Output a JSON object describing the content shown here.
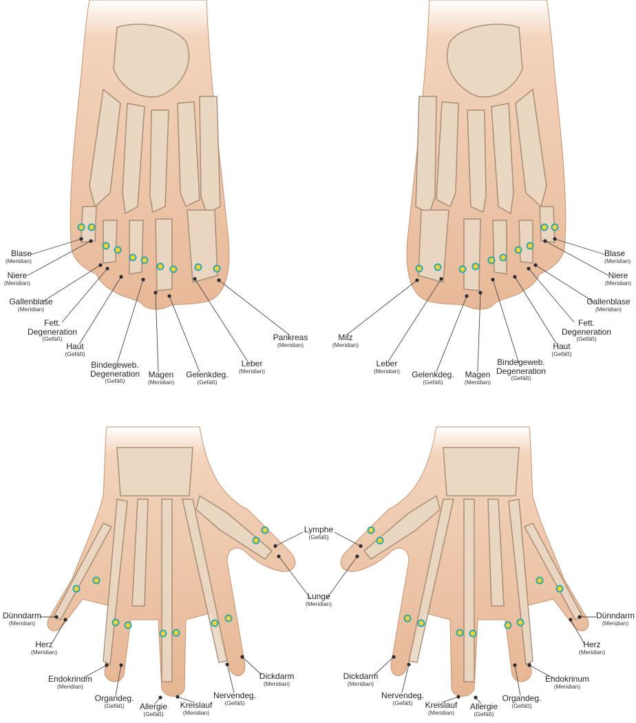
{
  "colors": {
    "skin": "#e8b998",
    "skin_dark": "#d39a76",
    "bone": "#ead9c4",
    "bone_line": "#a08670",
    "point_ring": "#2aa7a8",
    "point_fill": "#f2d13a",
    "dot": "#2b2b33",
    "leader": "#444444"
  },
  "foot_left": [
    {
      "name": "Blase",
      "sub": "(Meridian)"
    },
    {
      "name": "Niere",
      "sub": "(Meridian)"
    },
    {
      "name": "Gallenblase",
      "sub": "(Meridian)"
    },
    {
      "name": "Fett.\nDegeneration",
      "sub": "(Gefäß)"
    },
    {
      "name": "Haut",
      "sub": "(Gefäß)"
    },
    {
      "name": "Bindegeweb.\nDegeneration",
      "sub": "(Gefäß)"
    },
    {
      "name": "Magen",
      "sub": "(Meridian)"
    },
    {
      "name": "Gelenkdeg.",
      "sub": "(Gefäß)"
    },
    {
      "name": "Leber",
      "sub": "(Meridian)"
    },
    {
      "name": "Pankreas",
      "sub": "(Meridian)"
    }
  ],
  "foot_right": [
    {
      "name": "Blase",
      "sub": "(Meridian)"
    },
    {
      "name": "Niere",
      "sub": "(Meridian)"
    },
    {
      "name": "Gallenblase",
      "sub": "(Meridian)"
    },
    {
      "name": "Fett.\nDegeneration",
      "sub": "(Gefäß)"
    },
    {
      "name": "Haut",
      "sub": "(Gefäß)"
    },
    {
      "name": "Bindegeweb.\nDegeneration",
      "sub": "(Gefäß)"
    },
    {
      "name": "Magen",
      "sub": "(Meridian)"
    },
    {
      "name": "Gelenkdeg.",
      "sub": "(Gefäß)"
    },
    {
      "name": "Leber",
      "sub": "(Meridian)"
    },
    {
      "name": "Milz",
      "sub": "(Meridian)"
    }
  ],
  "hand_shared": [
    {
      "name": "Lymphe",
      "sub": "(Gefäß)"
    },
    {
      "name": "Lunge",
      "sub": "(Meridian)"
    }
  ],
  "hand_left": [
    {
      "name": "Dünndarm",
      "sub": "(Meridian)"
    },
    {
      "name": "Herz",
      "sub": "(Meridian)"
    },
    {
      "name": "Endokrinum",
      "sub": "(Meridian)"
    },
    {
      "name": "Organdeg.",
      "sub": "(Gefäß)"
    },
    {
      "name": "Allergie",
      "sub": "(Gefäß)"
    },
    {
      "name": "Kreislauf",
      "sub": "(Meridian)"
    },
    {
      "name": "Nervendeg.",
      "sub": "(Gefäß)"
    },
    {
      "name": "Dickdarm",
      "sub": "(Meridian)"
    }
  ],
  "hand_right": [
    {
      "name": "Dünndarm",
      "sub": "(Meridian)"
    },
    {
      "name": "Herz",
      "sub": "(Meridian)"
    },
    {
      "name": "Endokrinum",
      "sub": "(Meridian)"
    },
    {
      "name": "Organdeg.",
      "sub": "(Gefäß)"
    },
    {
      "name": "Allergie",
      "sub": "(Gefäß)"
    },
    {
      "name": "Kreislauf",
      "sub": "(Meridian)"
    },
    {
      "name": "Nervendeg.",
      "sub": "(Gefäß)"
    },
    {
      "name": "Dickdarm",
      "sub": "(Meridian)"
    }
  ]
}
